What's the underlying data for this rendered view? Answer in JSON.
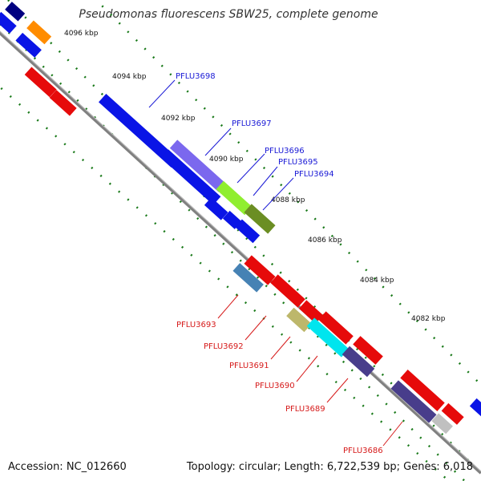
{
  "title": "Pseudomonas fluorescens SBW25, complete genome",
  "footer": {
    "accession": "Accession: NC_012660",
    "topology": "Topology: circular; Length: 6,722,539 bp; Genes: 6,018"
  },
  "ticks": [
    "4096 kbp",
    "4094 kbp",
    "4092 kbp",
    "4090 kbp",
    "4088 kbp",
    "4086 kbp",
    "4084 kbp",
    "4082 kbp"
  ],
  "genes_top": [
    "PFLU3698",
    "PFLU3697",
    "PFLU3696",
    "PFLU3695",
    "PFLU3694"
  ],
  "genes_bottom": [
    "PFLU3693",
    "PFLU3692",
    "PFLU3691",
    "PFLU3690",
    "PFLU3689",
    "PFLU3686"
  ],
  "colors": {
    "forward_strand": "#0a14e6",
    "reverse_strand": "#e60a0a",
    "highlight_purple": "#6a5acd",
    "highlight_lime": "#90ee30",
    "highlight_olive": "#6b8e23",
    "highlight_cyan": "#00e5ee",
    "highlight_khaki": "#bdb76b",
    "highlight_slate": "#483d8b",
    "highlight_orange": "#ff8c00",
    "highlight_navy": "#000080",
    "highlight_gray": "#c0c0c0",
    "dots": "#1a7a1a",
    "backbone": "#808080"
  }
}
